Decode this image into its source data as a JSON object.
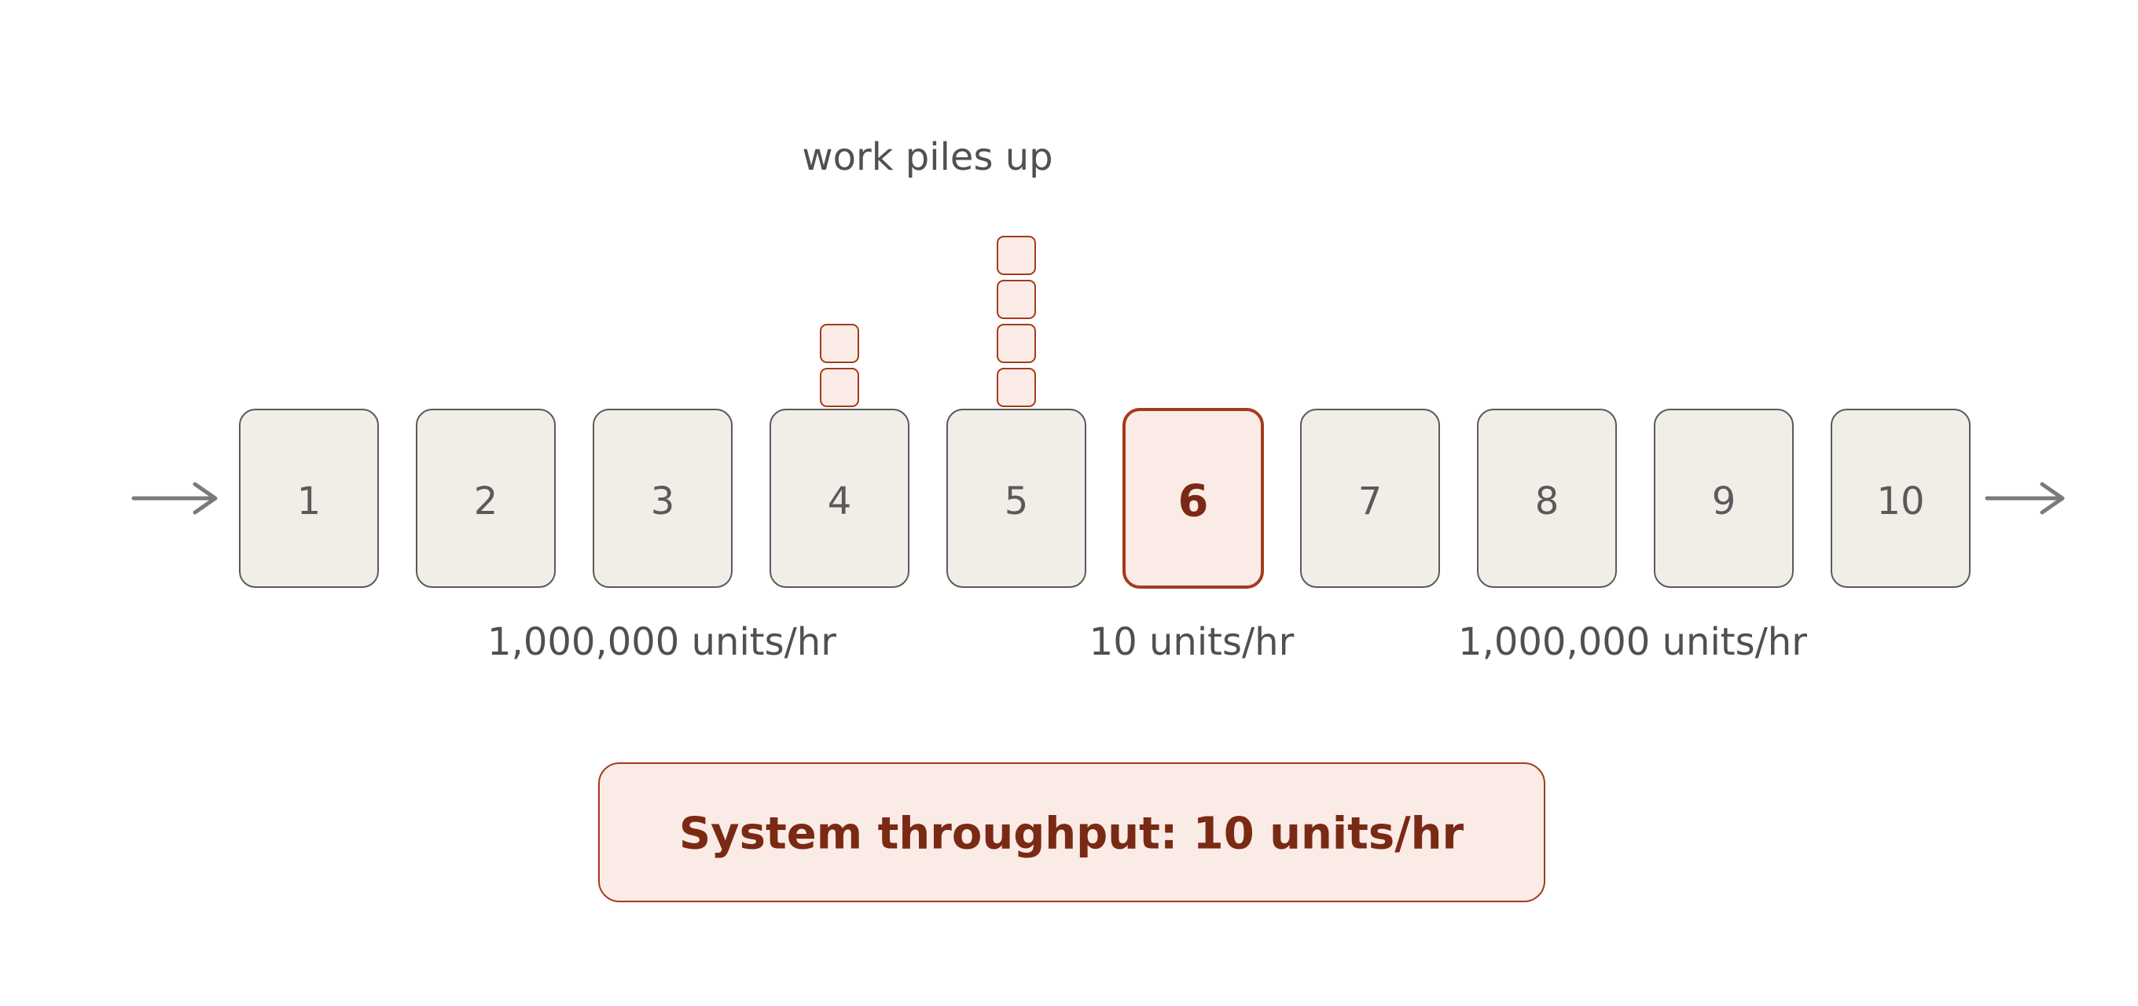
{
  "annotation": "work piles up",
  "stations": [
    "1",
    "2",
    "3",
    "4",
    "5",
    "6",
    "7",
    "8",
    "9",
    "10"
  ],
  "bottleneck_index": 5,
  "queues": [
    {
      "station": "4",
      "count": 2
    },
    {
      "station": "5",
      "count": 4
    }
  ],
  "rates": {
    "upstream": "1,000,000 units/hr",
    "bottleneck": "10 units/hr",
    "downstream": "1,000,000 units/hr"
  },
  "summary": "System throughput: 10 units/hr",
  "colors": {
    "station_fill": "#f1eee8",
    "station_stroke": "#5a5a5a",
    "bottleneck_fill": "#faebe6",
    "bottleneck_stroke": "#a53a1e",
    "bottleneck_text": "#7a2a14",
    "arrow": "#7a7a7a"
  }
}
